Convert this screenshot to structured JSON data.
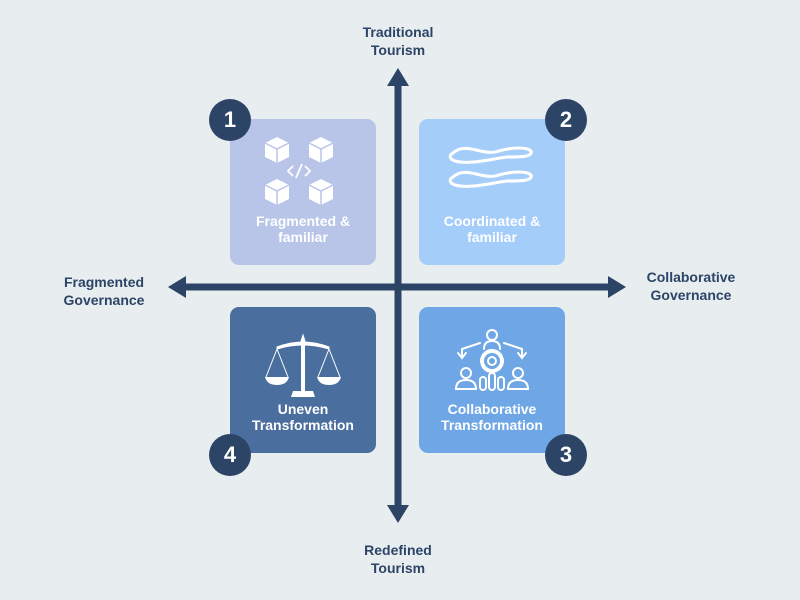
{
  "axes": {
    "top": "Traditional\nTourism",
    "bottom": "Redefined\nTourism",
    "left": "Fragmented\nGovernance",
    "right": "Collaborative\nGovernance"
  },
  "quadrants": [
    {
      "number": "1",
      "label": "Fragmented & familiar",
      "icon": "cubes-code-icon",
      "color": "#b9c5e8"
    },
    {
      "number": "2",
      "label": "Coordinated & familiar",
      "icon": "waves-icon",
      "color": "#a5cdfa"
    },
    {
      "number": "3",
      "label": "Collaborative Transformation",
      "icon": "team-gear-icon",
      "color": "#6ea6e6"
    },
    {
      "number": "4",
      "label": "Uneven Transformation",
      "icon": "scales-icon",
      "color": "#4a6e9e"
    }
  ],
  "colors": {
    "axis": "#2c4466",
    "background": "#e8edf0"
  }
}
